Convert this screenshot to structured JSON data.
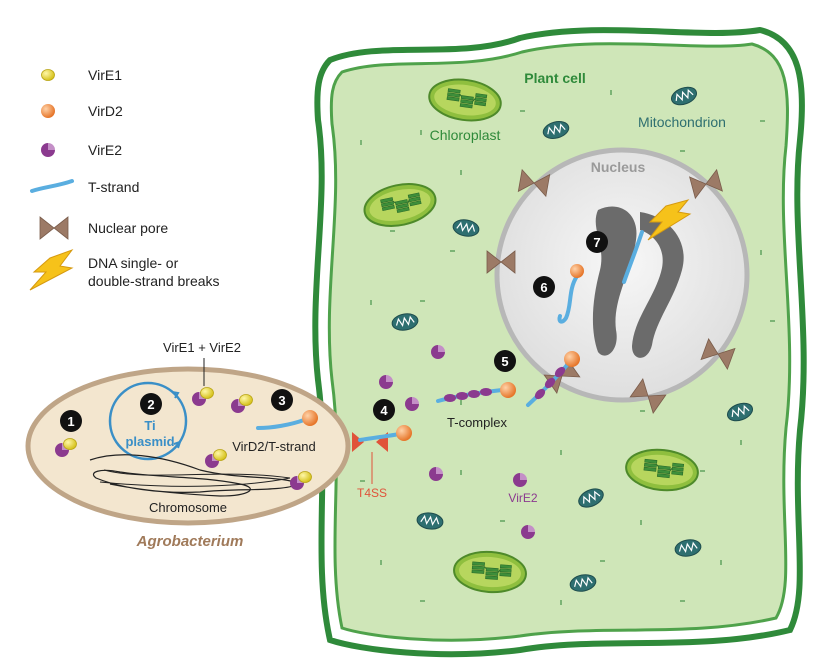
{
  "legend": {
    "items": [
      {
        "icon": "virE1-icon",
        "label": "VirE1"
      },
      {
        "icon": "virD2-icon",
        "label": "VirD2"
      },
      {
        "icon": "virE2-icon",
        "label": "VirE2"
      },
      {
        "icon": "t-strand-icon",
        "label": "T-strand"
      },
      {
        "icon": "nuclear-pore-icon",
        "label": "Nuclear pore"
      },
      {
        "icon": "lightning-icon",
        "label_line1": "DNA single- or",
        "label_line2": "double-strand breaks"
      }
    ]
  },
  "plant_cell": {
    "title": "Plant cell",
    "chloroplast_label": "Chloroplast",
    "mitochondrion_label": "Mitochondrion",
    "nucleus_label": "Nucleus",
    "t_complex_label": "T-complex",
    "virE2_label": "VirE2"
  },
  "agrobacterium": {
    "title": "Agrobacterium",
    "virE1_virE2_label": "VirE1 + VirE2",
    "plasmid_line1": "Ti",
    "plasmid_line2": "plasmid",
    "virD2_tstrand_label": "VirD2/T-strand",
    "chromosome_label": "Chromosome",
    "t4ss_label": "T4SS"
  },
  "steps": [
    "1",
    "2",
    "3",
    "4",
    "5",
    "6",
    "7"
  ],
  "colors": {
    "cell_wall": "#2f8a3a",
    "cytoplasm": "#cfe6b8",
    "bacterium_fill": "#f3e6cf",
    "bacterium_border": "#bfa587",
    "nucleus_fill": "#ededed",
    "chromatin": "#6b6b6b",
    "t_strand": "#5aaee0",
    "virD2": "#f0883a",
    "virE1": "#f2e34a",
    "virE2": "#8b3a8f",
    "pore": "#9c7a66",
    "t4ss": "#e0533a",
    "lightning": "#f6c21a"
  }
}
